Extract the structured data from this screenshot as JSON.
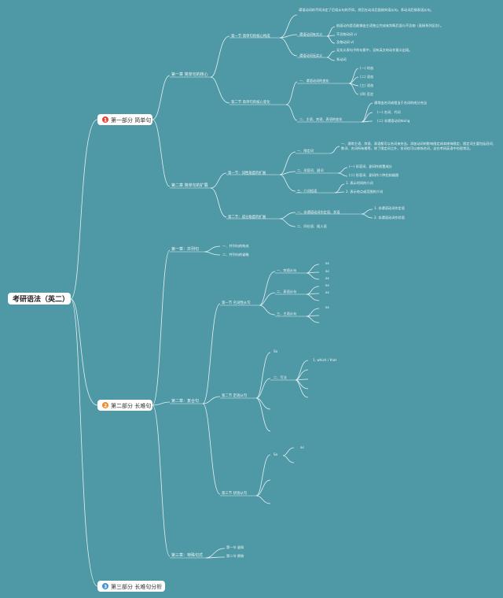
{
  "root": "考研语法（英二）",
  "parts": [
    {
      "num": "1",
      "label": "第一部分 简单句",
      "badge_color": "#e8433a"
    },
    {
      "num": "2",
      "label": "第二部分 长难句",
      "badge_color": "#f08a24"
    },
    {
      "num": "3",
      "label": "第三部分 长难句分析",
      "badge_color": "#3a8fd6"
    }
  ],
  "simple": {
    "ch1": "第一章 简单句的核心",
    "ch1_s1": "第一节 简单句的核心构成",
    "ch1_s1_leaf1": "谓语动词的不同决定了后续从句的不同，然后在动词后面接宾语从句，系动词后接表语从句。",
    "ch1_s1_leaf2": "谓语动词有实义",
    "ch1_s1_leaf2a": "前面动作是否能够由主语独立完成来判断后面与不及物（直接系列区别）。",
    "ch1_s1_leaf2b": "不及物动词 vi",
    "ch1_s1_leaf2c": "及物动词 vt",
    "ch1_s1_leaf3": "谓语动词无实义",
    "ch1_s1_leaf3a": "无实义表句子的句意中，没有英文的动作意义出现。",
    "ch1_s1_leaf3b": "系动词",
    "ch1_s2": "第二节 简单句的核心变化",
    "ch1_s2_a": "一、谓语动词的变化",
    "ch1_s2_a1": "(一) 时态",
    "ch1_s2_a2": "(二) 语态",
    "ch1_s2_a3": "(三) 语态",
    "ch1_s2_a4": "(四) 否定",
    "ch1_s2_b": "二、主语、宾语、表语的变化",
    "ch1_s2_b1": "通常由名词或相当于名词的成分充当",
    "ch1_s2_b2": "(一) 名词、代词",
    "ch1_s2_b3": "(二) 非谓语动词doing",
    "ch2": "第二章 简单句的扩展",
    "ch2_s1": "第一节：词性角度的扩展",
    "ch2_s1_a": "一、限定词",
    "ch2_s1_a1": "一、通常主语、宾语、表语都可以名词来充当，添加动词的影响限定成本修饰限定，限定词主要包括冠词、数词、名词所有格等，除了限定词之外，名词也可以修饰名词，这在考研英语中也很常见。",
    "ch2_s1_b": "二、形容词、副词",
    "ch2_s1_b1": "(一) 形容词、副词作前置成分",
    "ch2_s1_b2": "(二) 形容词、副词作二种比较级限",
    "ch2_s1_c": "三、介词短语",
    "ch2_s1_c1": "1. 表示时间的介词",
    "ch2_s1_c2": "2. 表示地点或范围的介词",
    "ch2_s2": "第二节：成分角度的扩展",
    "ch2_s2_a": "一、非谓语动词作定语、状语",
    "ch2_s2_a1": "1. 非谓语动词作定语",
    "ch2_s2_a2": "2. 非谓语动词作状语",
    "ch2_s2_b": "二、同位语、插入语"
  },
  "complex": {
    "ch1": "第一章：并列句",
    "ch1_a": "一、并列句的构成",
    "ch1_b": "二、并列句的省略",
    "ch2": "第二章：复合句",
    "ch2_s1": "第一节 名词性从句",
    "ch2_s1_a": "一、宾语从句",
    "ch2_s1_b": "二、表语从句",
    "ch2_s1_c": "三、主语从句",
    "ch2_s2": "第二节 定语从句",
    "ch2_s2_a": "二、写法",
    "ch2_s2_a1": "1. which / that",
    "ch2_s3": "第三节 状语从句",
    "ch3": "第三章：特殊句式",
    "ch3_a": "第一节 虚拟",
    "ch3_b": "第二节 倒装"
  },
  "small_marks": {
    "m1": "as",
    "m2": "as",
    "m3": "as",
    "m4": "as",
    "m5": "as",
    "m6": "as",
    "m7": "as",
    "m8": "So",
    "m9": "So",
    "m10": "as"
  }
}
